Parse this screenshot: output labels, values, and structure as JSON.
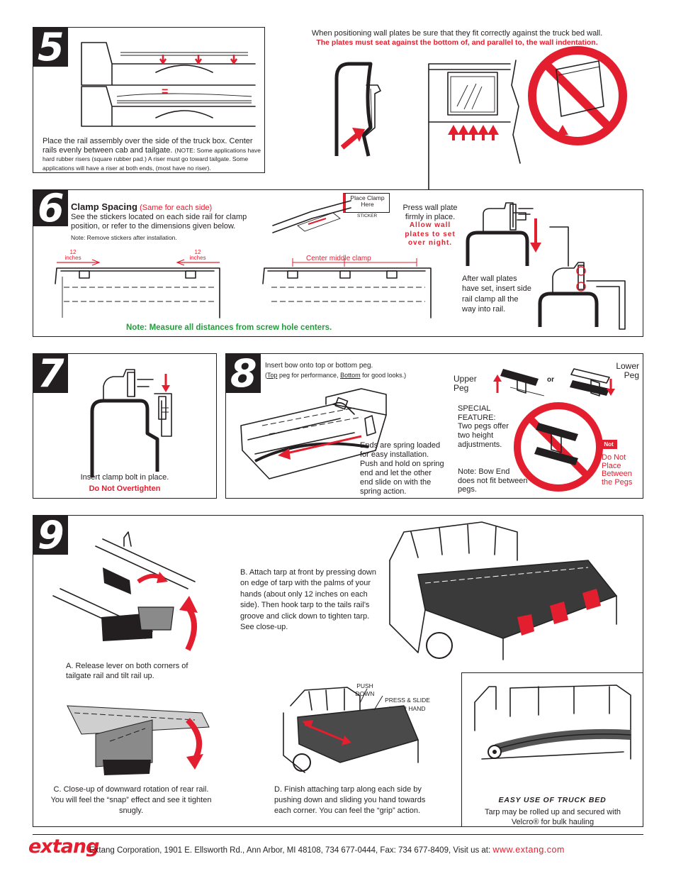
{
  "step5": {
    "number": "5",
    "text_main": "Place the rail assembly over the side of the truck box. Center rails evenly between cab and tailgate.",
    "text_note": "(NOTE: Some applications have hard rubber risers (square rubber pad.) A riser must go toward tailgate. Some applications will have a riser at both ends, (most have no riser).",
    "equals_mark": "=",
    "plates_instruction": "When positioning wall plates be sure that they fit correctly against the truck bed wall.",
    "plates_warning": "The plates must seat against the bottom of, and parallel to, the wall indentation."
  },
  "step6": {
    "number": "6",
    "title": "Clamp Spacing",
    "title_note": "(Same for each side)",
    "text": "See the stickers located on each side rail for clamp position, or refer to the dimensions given below.",
    "note": "Note: Remove stickers after installation.",
    "sticker_label": "Place Clamp Here",
    "sticker_caption": "STICKER",
    "dim_left_value": "12",
    "dim_left_unit": "inches",
    "dim_right_value": "12",
    "dim_right_unit": "inches",
    "center_label": "Center middle clamp",
    "measure_note": "Note: Measure all distances from screw hole centers.",
    "press_text": "Press wall plate firmly in place.",
    "press_warning": "Allow wall plates to set over night.",
    "after_text": "After wall plates have set, insert side rail clamp all the way into rail."
  },
  "step7": {
    "number": "7",
    "caption": "Insert clamp bolt in place.",
    "warning": "Do Not Overtighten"
  },
  "step8": {
    "number": "8",
    "instruction": "Insert bow onto top or bottom peg.",
    "sub_open": "(",
    "sub_top": "Top",
    "sub_mid": " peg for performance, ",
    "sub_bottom": "Bottom",
    "sub_end": " for good looks.)",
    "upper_peg": "Upper Peg",
    "lower_peg": "Lower Peg",
    "or_label": "or",
    "ends_text": "Ends are spring loaded for easy installation. Push and hold on spring end and let the other end slide on with the spring action.",
    "special_feature": "SPECIAL FEATURE: Two pegs offer two height adjustments.",
    "note_text": "Note: Bow End does not fit between pegs.",
    "not_tag": "Not",
    "not_text": "Do Not Place Between the Pegs"
  },
  "step9": {
    "number": "9",
    "caption_a": "A. Release lever on both corners of tailgate rail and tilt rail up.",
    "caption_b": "B. Attach tarp at front by pressing down on edge of tarp with the palms of your hands (about only 12 inches on each side). Then hook tarp to the tails rail’s groove and click down to tighten tarp. See close-up.",
    "caption_c": "C. Close-up of downward rotation of rear rail. You will feel the “snap” effect and see it tighten snugly.",
    "caption_d": "D. Finish attaching tarp along each side by pushing down and sliding you hand towards each corner. You can feel the “grip” action.",
    "push_down": "PUSH DOWN",
    "press_slide": "PRESS & SLIDE YOUR HAND",
    "easy_title": "EASY USE OF TRUCK BED",
    "easy_text": "Tarp may be rolled up and secured with Velcro® for bulk hauling"
  },
  "footer": {
    "logo": "extang",
    "address": "Extang Corporation, 1901 E. Ellsworth Rd., Ann Arbor, MI 48108, 734 677-0444, Fax: 734 677-8409, Visit us at:",
    "url": "www.extang.com"
  },
  "colors": {
    "ink": "#231f20",
    "accent": "#e31e2e",
    "shade": "#8a8a8a"
  }
}
